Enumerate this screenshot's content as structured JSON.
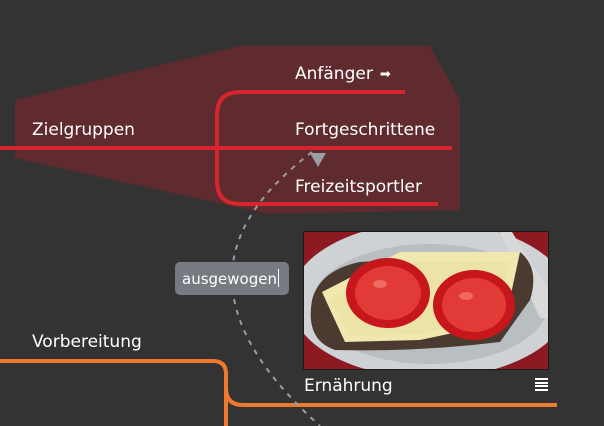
{
  "mindmap": {
    "zielgruppen": {
      "label": "Zielgruppen",
      "color": "#d4262c",
      "boundary_color": "#5f2b2e",
      "children": [
        {
          "label": "Anfänger",
          "icon": "arrow-right-icon",
          "icon_glyph": "➡"
        },
        {
          "label": "Fortgeschrittene"
        },
        {
          "label": "Freizeitsportler"
        }
      ]
    },
    "vorbereitung": {
      "label": "Vorbereitung",
      "color": "#ef7a2e",
      "children": [
        {
          "label": "Ernährung",
          "image": "bread-tomato-cheese-photo",
          "notes_icon": "notes-icon"
        }
      ]
    },
    "relationship": {
      "label": "ausgewogen",
      "color": "#777a80"
    }
  },
  "colors": {
    "background": "#333333",
    "text": "#ffffff"
  }
}
